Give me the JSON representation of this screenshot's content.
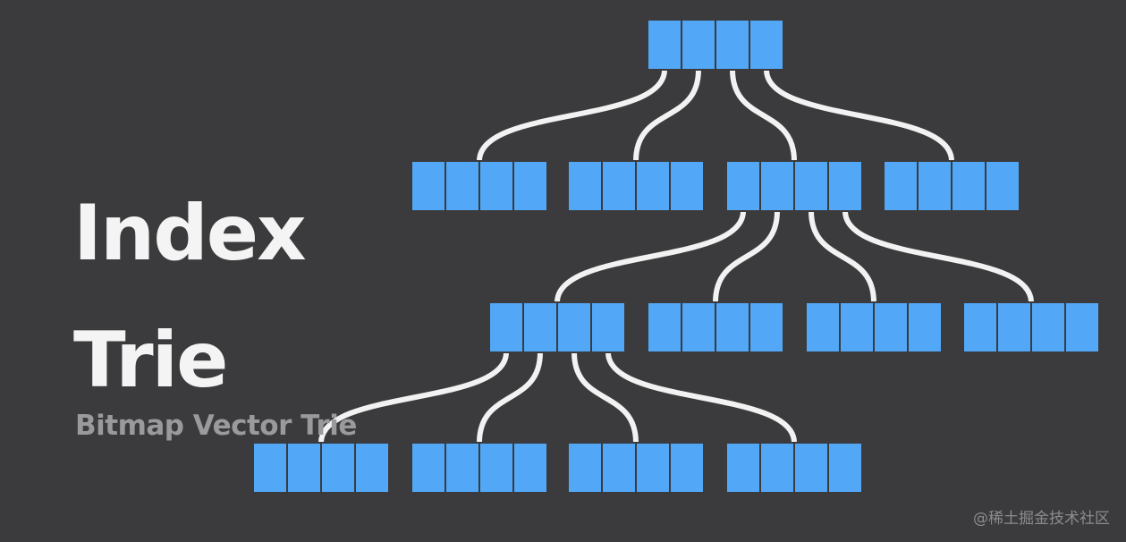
{
  "slide": {
    "title_line_1": "Index",
    "title_line_2": "Trie",
    "subtitle": "Bitmap Vector Trie",
    "watermark": "@稀土掘金技术社区"
  },
  "colors": {
    "background": "#3b3b3d",
    "node_fill": "#52a7f6",
    "edge": "#f2f2f2",
    "title": "#f4f4f4",
    "subtitle": "#9a9a9c"
  },
  "diagram": {
    "slots_per_node": 4,
    "levels": [
      {
        "level": 0,
        "node_count": 1
      },
      {
        "level": 1,
        "node_count": 4
      },
      {
        "level": 2,
        "node_count": 4
      },
      {
        "level": 3,
        "node_count": 4
      }
    ],
    "expanded_nodes": [
      {
        "level": 0,
        "index": 0,
        "children_level": 1
      },
      {
        "level": 1,
        "index": 2,
        "children_level": 2
      },
      {
        "level": 2,
        "index": 0,
        "children_level": 3
      }
    ]
  }
}
